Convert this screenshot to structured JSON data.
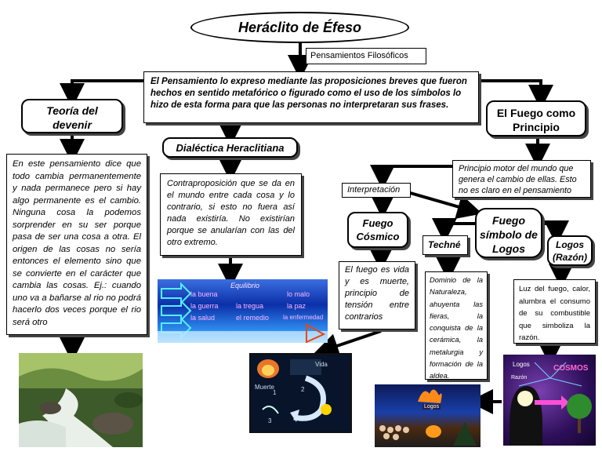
{
  "title": "Heráclito de Éfeso",
  "subtitle": "Pensamientos Filosóficos",
  "intro": "El Pensamiento lo expreso mediante las proposiciones breves que fueron hechos en sentido metafórico o figurado como el uso de los símbolos lo hizo de esta forma para que las personas no interpretaran sus frases.",
  "devenir": {
    "title": "Teoría del devenir",
    "text": "En este pensamiento dice que todo cambia permanentemente y nada permanece pero si hay algo permanente es el cambio. Ninguna cosa la podemos sorprender en su ser porque pasa de ser una cosa a otra. El origen de las cosas no sería entonces el elemento sino que se convierte en el carácter que cambia las cosas. Ej.: cuando uno va a bañarse al rio no podrá hacerlo dos veces porque el rio será otro"
  },
  "dialectica": {
    "title": "Dialéctica Heraclitiana",
    "text": "Contraproposición que se da en el mundo entre cada cosa y lo contrario, si esto no fuera así nada existiría. No existirían porque se anularían con las del otro extremo.",
    "image_labels": [
      "Equilibrio",
      "la buena",
      "la guerra",
      "la salud",
      "la enfermedad",
      "la tregua",
      "la paz",
      "el remedio",
      "lo malo"
    ]
  },
  "fuego_principio": {
    "title": "El Fuego como Principio",
    "text": "Principio motor del mundo que genera el cambio de ellas. Esto no es claro en el pensamiento"
  },
  "interpretacion": "Interpretación",
  "fuego_cosmico": {
    "title": "Fuego Cósmico",
    "text": "El fuego es vida y es muerte, principio de tensión entre contrarios"
  },
  "fuego_logos": {
    "title": "Fuego símbolo de Logos"
  },
  "techne": {
    "title": "Techné",
    "text": "Dominio de la Naturaleza, ahuyenta las fieras, la conquista de la cerámica, la metalurgia y formación de la aldea."
  },
  "logos": {
    "title": "Logos (Razón)",
    "text": "Luz del fuego, calor, alumbra el consumo de su combustible que simboliza la razón.",
    "image_labels": [
      "Logos",
      "Razón",
      "COSMOS"
    ]
  },
  "cosmic_image_labels": [
    "Vida",
    "Muerte",
    "1",
    "2",
    "3"
  ],
  "techne_image_labels": [
    "Logos"
  ],
  "colors": {
    "line": "#000000",
    "box_border": "#000000",
    "box_bg": "#ffffff"
  }
}
